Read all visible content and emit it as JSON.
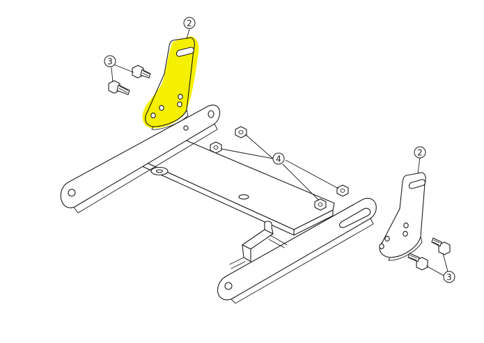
{
  "callouts": {
    "bracket_left": "2",
    "bracket_right": "2",
    "bolts_left": "3",
    "bolts_right": "3",
    "nuts": "4"
  },
  "colors": {
    "highlight": "#f5f000",
    "line": "#1a1a1a",
    "background": "#ffffff"
  }
}
